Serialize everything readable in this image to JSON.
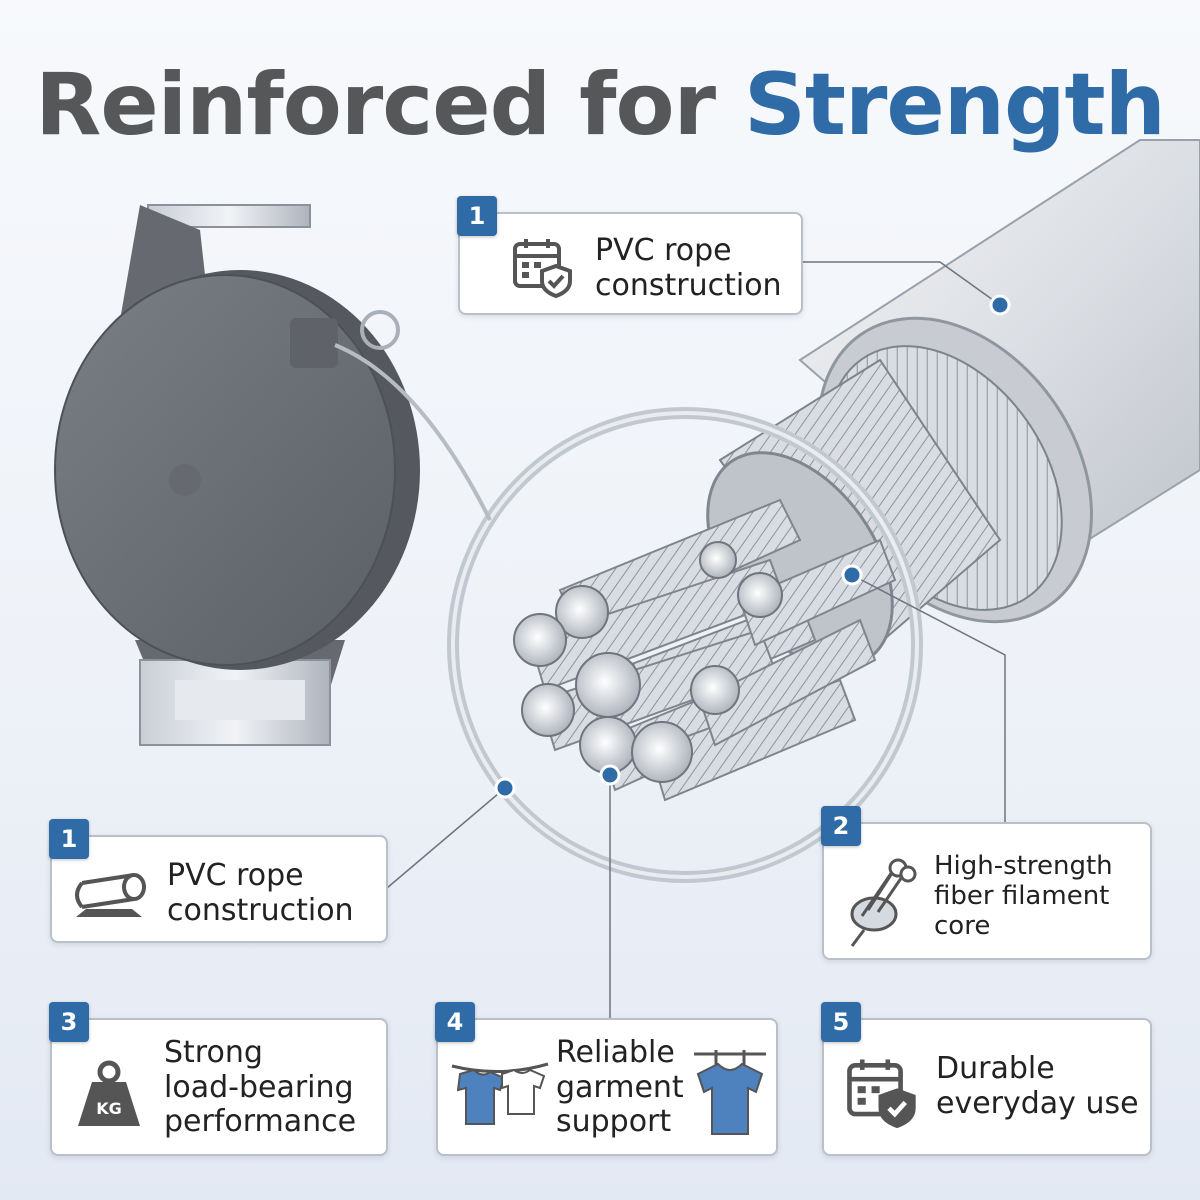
{
  "headline": {
    "part1": "Reinforced for ",
    "part2": "Strength"
  },
  "colors": {
    "accent": "#2f6ba6",
    "headline_dark": "#555759",
    "card_border": "#b9c0c8"
  },
  "callouts": [
    {
      "number": "1",
      "line1": "PVC rope",
      "line2": "construction",
      "icon": "calendar-shield-icon"
    },
    {
      "number": "1",
      "line1": "PVC rope",
      "line2": "construction",
      "icon": "rope-roll-icon"
    },
    {
      "number": "2",
      "line1": "High-strength",
      "line2": "fiber filament",
      "line3": "core",
      "icon": "fiber-strand-icon"
    },
    {
      "number": "3",
      "line1": "Strong",
      "line2": "load-bearing",
      "line3": "performance",
      "icon": "weight-kg-icon",
      "icon_text": "KG"
    },
    {
      "number": "4",
      "line1": "Reliable",
      "line2": "garment",
      "line3": "support",
      "icon": "clothesline-shirts-icon"
    },
    {
      "number": "5",
      "line1": "Durable",
      "line2": "everyday use",
      "icon": "calendar-shield-icon"
    }
  ]
}
